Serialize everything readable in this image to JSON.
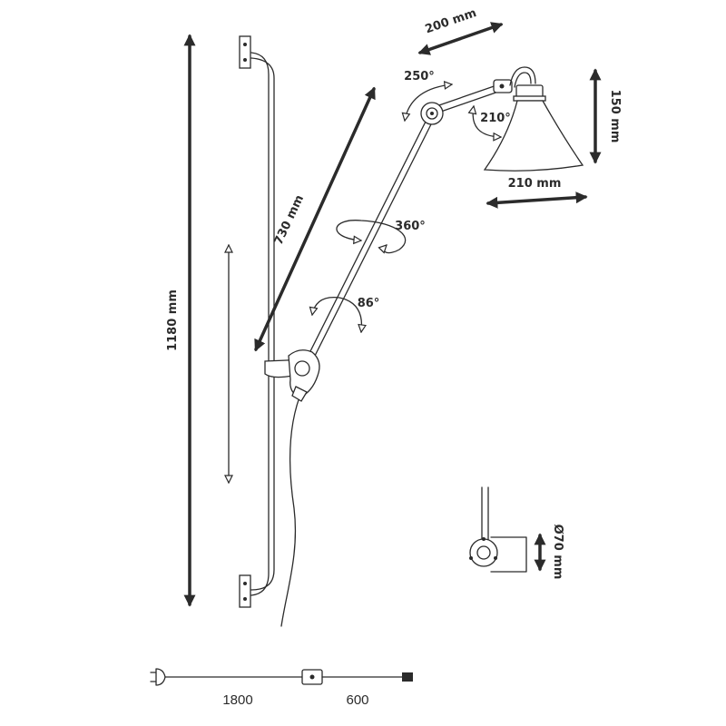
{
  "dimensions": {
    "total_height": "1180 mm",
    "arm_length": "730 mm",
    "upper_arm": "200 mm",
    "shade_height": "150 mm",
    "shade_width": "210 mm",
    "base_diameter": "Ø70 mm"
  },
  "angles": {
    "elbow": "250°",
    "shade_tilt": "210°",
    "swivel": "360°",
    "base_tilt": "86°"
  },
  "cord": {
    "length_to_switch": "1800",
    "length_after_switch": "600"
  }
}
